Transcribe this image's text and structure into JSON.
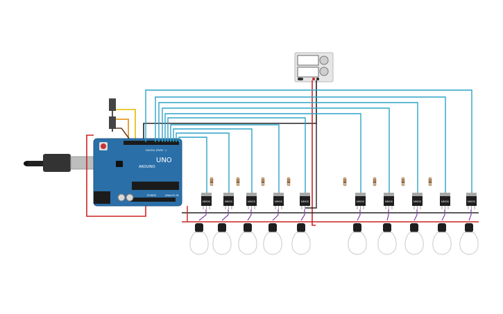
{
  "board": {
    "brand": "ARDUINO",
    "model": "UNO",
    "digital_label": "DIGITAL (PWM ~)",
    "power_label": "POWER",
    "analog_label": "ANALOG IN"
  },
  "transistor_label": "NMOS",
  "channel_count": 10,
  "colors": {
    "board": "#2a6fa8",
    "signal_wire": "#2aa3c9",
    "ground_wire": "#222222",
    "power_wire": "#cc2222",
    "gate_wire": "#7b3fa0"
  }
}
